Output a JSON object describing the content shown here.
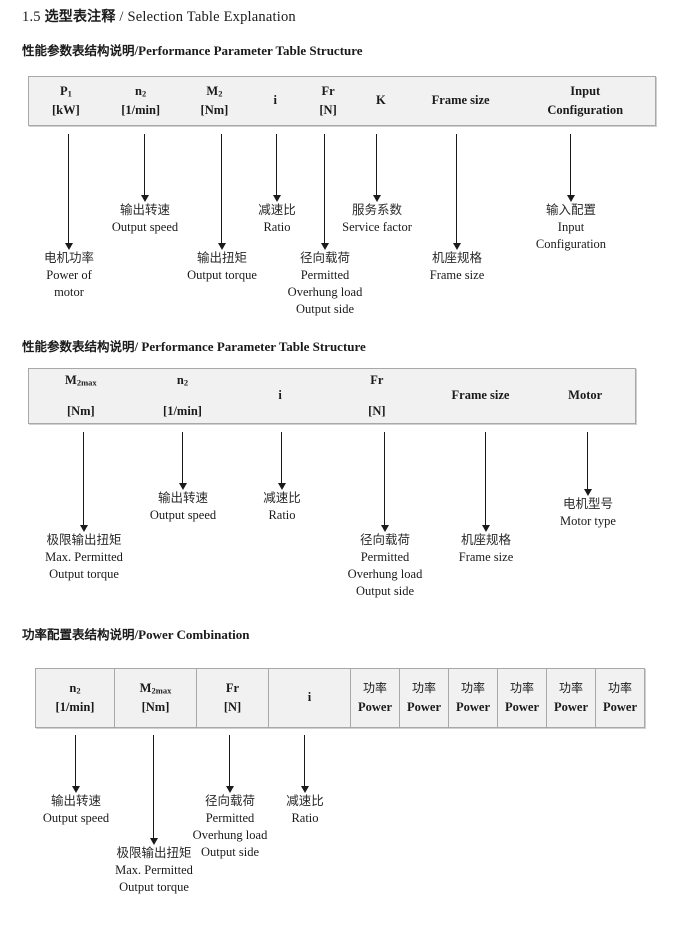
{
  "document": {
    "title_number": "1.5",
    "title_cn": "选型表注释",
    "title_sep": "/",
    "title_en": "Selection Table Explanation"
  },
  "sections": [
    {
      "heading_cn": "性能参数表结构说明",
      "heading_sep": "/",
      "heading_en": "Performance Parameter Table Structure",
      "columns": [
        {
          "sym": "P",
          "sub": "1",
          "unit": "[kW]"
        },
        {
          "sym": "n",
          "sub": "2",
          "unit": "[1/min]"
        },
        {
          "sym": "M",
          "sub": "2",
          "unit": "[Nm]"
        },
        {
          "sym": "i",
          "sub": "",
          "unit": ""
        },
        {
          "sym": "Fr",
          "sub": "",
          "unit": "[N]"
        },
        {
          "sym": "K",
          "sub": "",
          "unit": ""
        },
        {
          "sym": "Frame size",
          "sub": "",
          "unit": ""
        },
        {
          "sym": "Input",
          "sub": "",
          "unit": "Configuration"
        }
      ],
      "callouts": [
        {
          "cn": "电机功率",
          "en": [
            "Power of",
            "motor"
          ]
        },
        {
          "cn": "输出转速",
          "en": [
            "Output speed"
          ]
        },
        {
          "cn": "输出扭矩",
          "en": [
            "Output torque"
          ]
        },
        {
          "cn": "减速比",
          "en": [
            "Ratio"
          ]
        },
        {
          "cn": "径向载荷",
          "en": [
            "Permitted",
            "Overhung load",
            "Output side"
          ]
        },
        {
          "cn": "服务系数",
          "en": [
            "Service factor"
          ]
        },
        {
          "cn": "机座规格",
          "en": [
            "Frame size"
          ]
        },
        {
          "cn": "输入配置",
          "en": [
            "Input",
            "Configuration"
          ]
        }
      ]
    },
    {
      "heading_cn": "性能参数表结构说明",
      "heading_sep": "/",
      "heading_en": "Performance Parameter Table Structure",
      "columns": [
        {
          "sym": "M",
          "sub": "2max",
          "unit": "[Nm]"
        },
        {
          "sym": "n",
          "sub": "2",
          "unit": "[1/min]"
        },
        {
          "sym": "i",
          "sub": "",
          "unit": ""
        },
        {
          "sym": "Fr",
          "sub": "",
          "unit": "[N]"
        },
        {
          "sym": "Frame size",
          "sub": "",
          "unit": ""
        },
        {
          "sym": "Motor",
          "sub": "",
          "unit": ""
        }
      ],
      "callouts": [
        {
          "cn": "极限输出扭矩",
          "en": [
            "Max. Permitted",
            "Output  torque"
          ]
        },
        {
          "cn": "输出转速",
          "en": [
            "Output speed"
          ]
        },
        {
          "cn": "减速比",
          "en": [
            "Ratio"
          ]
        },
        {
          "cn": "径向载荷",
          "en": [
            "Permitted",
            "Overhung load",
            "Output side"
          ]
        },
        {
          "cn": "机座规格",
          "en": [
            "Frame size"
          ]
        },
        {
          "cn": "电机型号",
          "en": [
            "Motor type"
          ]
        }
      ]
    },
    {
      "heading_cn": "功率配置表结构说明",
      "heading_sep": "/",
      "heading_en": "Power Combination",
      "columns": [
        {
          "sym": "n",
          "sub": "2",
          "unit": "[1/min]"
        },
        {
          "sym": "M",
          "sub": "2max",
          "unit": "[Nm]"
        },
        {
          "sym": "Fr",
          "sub": "",
          "unit": "[N]"
        },
        {
          "sym": "i",
          "sub": "",
          "unit": ""
        },
        {
          "sym": "功率",
          "sub": "",
          "unit": "Power"
        },
        {
          "sym": "功率",
          "sub": "",
          "unit": "Power"
        },
        {
          "sym": "功率",
          "sub": "",
          "unit": "Power"
        },
        {
          "sym": "功率",
          "sub": "",
          "unit": "Power"
        },
        {
          "sym": "功率",
          "sub": "",
          "unit": "Power"
        },
        {
          "sym": "功率",
          "sub": "",
          "unit": "Power"
        }
      ],
      "callouts": [
        {
          "cn": "输出转速",
          "en": [
            "Output speed"
          ]
        },
        {
          "cn": "极限输出扭矩",
          "en": [
            "Max. Permitted",
            "Output  torque"
          ]
        },
        {
          "cn": "径向载荷",
          "en": [
            "Permitted",
            "Overhung load",
            "Output side"
          ]
        },
        {
          "cn": "减速比",
          "en": [
            "Ratio"
          ]
        }
      ]
    }
  ],
  "colors": {
    "table_fill": "#f1f1f1",
    "table_border": "#a8a8a8",
    "text": "#1a1a1a",
    "page_background": "#ffffff"
  }
}
